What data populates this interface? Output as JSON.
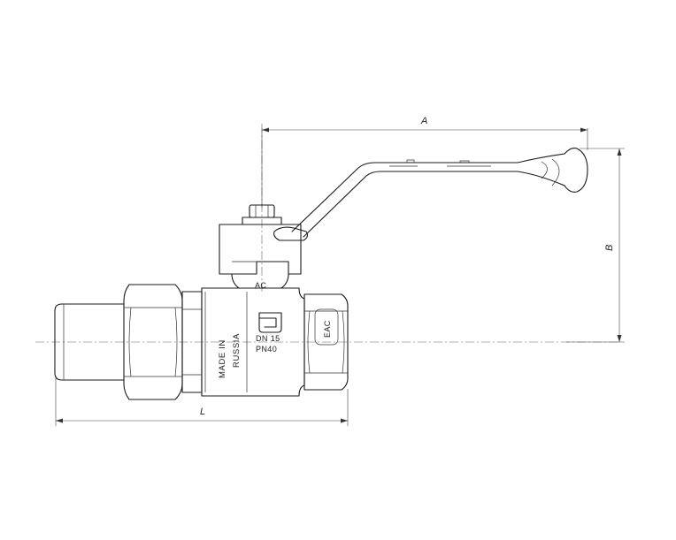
{
  "dimensions": {
    "a_label": "A",
    "b_label": "B",
    "l_label": "L"
  },
  "body_markings": {
    "made_in": "MADE IN",
    "country": "RUSSIA",
    "logo": "AC",
    "size": "DN 15",
    "pressure": "PN40",
    "cert": "EAC"
  }
}
